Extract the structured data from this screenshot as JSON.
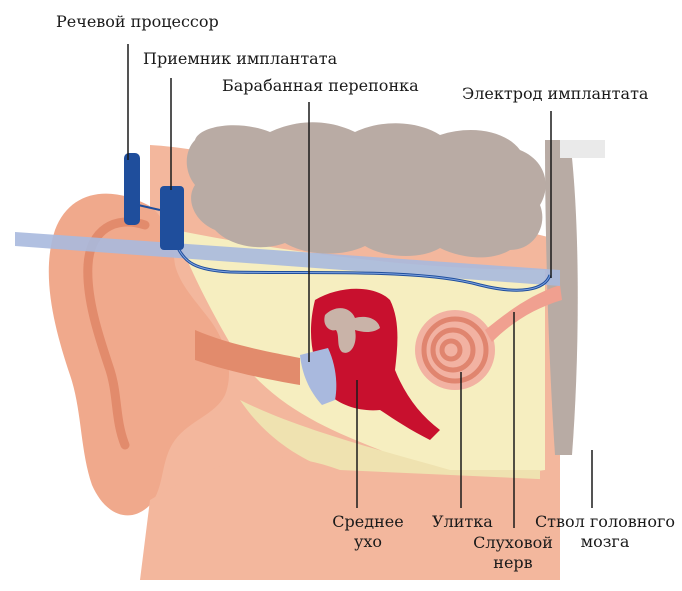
{
  "labels": {
    "speech_processor": "Речевой процессор",
    "implant_receiver": "Приемник имплантата",
    "eardrum": "Барабанная перепонка",
    "implant_electrode": "Электрод имплантата",
    "middle_ear_line1": "Среднее",
    "middle_ear_line2": "ухо",
    "cochlea": "Улитка",
    "auditory_nerve_line1": "Слуховой",
    "auditory_nerve_line2": "нерв",
    "brainstem_line1": "Ствол головного",
    "brainstem_line2": "мозга"
  },
  "colors": {
    "skin": "#f0a98c",
    "skin_dark": "#e28b6c",
    "bone": "#f6eec0",
    "brain_gray": "#b9aba4",
    "middle_ear_red": "#c8102e",
    "device_blue": "#1f4e9c",
    "electrode_band": "#a9b9de",
    "cochlea_pink": "#f2b2a2"
  }
}
